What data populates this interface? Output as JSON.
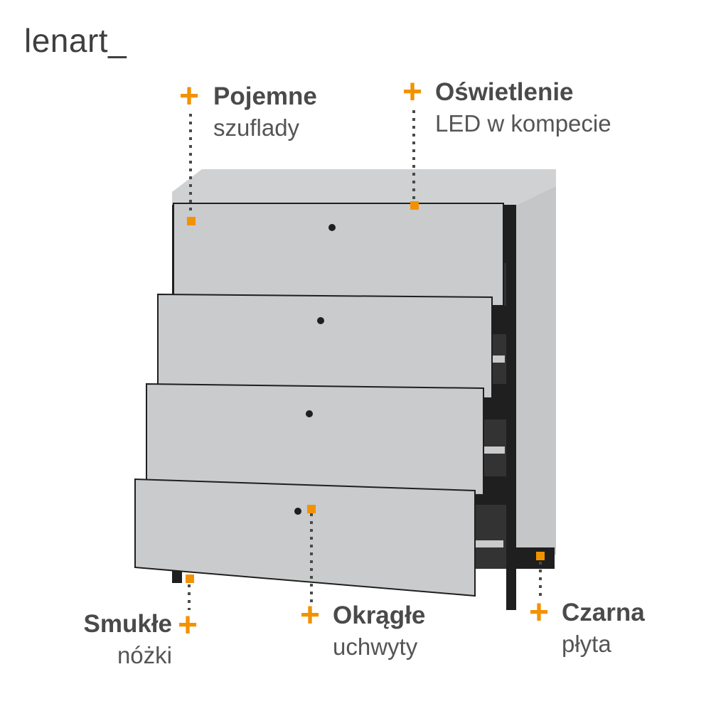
{
  "brand": {
    "logo_text": "lenart_"
  },
  "colors": {
    "accent": "#f39200",
    "body_gray": "#c9cbcc",
    "frame_black": "#1f1f1f"
  },
  "callouts": {
    "drawers": {
      "title": "Pojemne",
      "sub": "szuflady"
    },
    "lighting": {
      "title": "Oświetlenie",
      "sub": "LED w kompecie"
    },
    "legs": {
      "title": "Smukłe",
      "sub": "nóżki"
    },
    "handles": {
      "title": "Okrągłe",
      "sub": "uchwyty"
    },
    "board": {
      "title": "Czarna",
      "sub": "płyta"
    }
  },
  "icons": {
    "plus": "+"
  }
}
